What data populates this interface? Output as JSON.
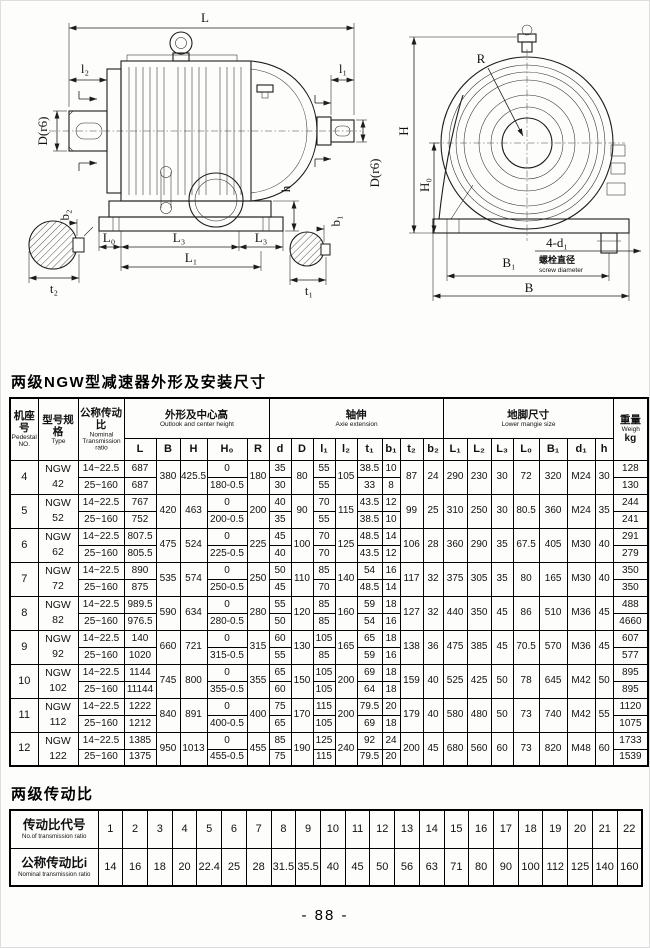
{
  "page_number": "-  88  -",
  "section1_title": "两级NGW型减速器外形及安装尺寸",
  "section2_title": "两级传动比",
  "diagram": {
    "side": {
      "dim_L": "L",
      "dim_l2": "l₂",
      "dim_l1": "l₁",
      "dim_D_left": "D(r6)",
      "dim_D_right": "D(r6)",
      "dim_h": "h",
      "dim_L0": "L₀",
      "dim_L3a": "L₃",
      "dim_L3b": "L₃",
      "dim_L1": "L₁",
      "dim_b2": "b₂",
      "dim_t2": "t₂",
      "dim_b1": "b₁",
      "dim_t1": "t₁"
    },
    "front": {
      "dim_R": "R",
      "dim_H": "H",
      "dim_H0": "H₀",
      "bolt_label": "4-d₁",
      "bolt_label_cn": "螺栓直径",
      "bolt_label_en": "screw diameter",
      "dim_B1": "B₁",
      "dim_B": "B"
    }
  },
  "table1": {
    "head": {
      "col1_cn": "机座号",
      "col1_en": "Pedestal NO.",
      "col2_cn": "型号规格",
      "col2_en": "Type",
      "col3_cn": "公称传动比",
      "col3_en": "Nominal Transmission ratio",
      "g1_cn": "外形及中心高",
      "g1_en": "Outlook and center height",
      "g2_cn": "轴伸",
      "g2_en": "Axie extension",
      "g3_cn": "地脚尺寸",
      "g3_en": "Lower mangie size",
      "g4_cn": "重量",
      "g4_en": "Weigh",
      "g4_unit": "kg",
      "letters": [
        "L",
        "B",
        "H",
        "H₀",
        "R",
        "d",
        "D",
        "l₁",
        "l₂",
        "t₁",
        "b₁",
        "t₂",
        "b₂",
        "L₁",
        "L₂",
        "L₃",
        "L₀",
        "B₁",
        "d₁",
        "h"
      ]
    },
    "rows": [
      {
        "no": "4",
        "type1": "NGW",
        "type2": "42",
        "B": "380",
        "H": "425.5",
        "R": "180",
        "D": "80",
        "l2": "105",
        "t2": "87",
        "b2": "24",
        "L1": "290",
        "L2": "230",
        "L3": "30",
        "L0": "72",
        "B1": "320",
        "d1": "M24",
        "h": "30",
        "sub": [
          {
            "ratio": "14~22.5",
            "L": "687",
            "H0": "0",
            "d": "35",
            "l1": "55",
            "t1": "38.5",
            "b1": "10",
            "w": "128"
          },
          {
            "ratio": "25~160",
            "L": "687",
            "H0": "180-0.5",
            "d": "30",
            "l1": "55",
            "t1": "33",
            "b1": "8",
            "w": "130"
          }
        ]
      },
      {
        "no": "5",
        "type1": "NGW",
        "type2": "52",
        "B": "420",
        "H": "463",
        "R": "200",
        "D": "90",
        "l2": "115",
        "t2": "99",
        "b2": "25",
        "L1": "310",
        "L2": "250",
        "L3": "30",
        "L0": "80.5",
        "B1": "360",
        "d1": "M24",
        "h": "35",
        "sub": [
          {
            "ratio": "14~22.5",
            "L": "767",
            "H0": "0",
            "d": "40",
            "l1": "70",
            "t1": "43.5",
            "b1": "12",
            "w": "244"
          },
          {
            "ratio": "25~160",
            "L": "752",
            "H0": "200-0.5",
            "d": "35",
            "l1": "55",
            "t1": "38.5",
            "b1": "10",
            "w": "241"
          }
        ]
      },
      {
        "no": "6",
        "type1": "NGW",
        "type2": "62",
        "B": "475",
        "H": "524",
        "R": "225",
        "D": "100",
        "l2": "125",
        "t2": "106",
        "b2": "28",
        "L1": "360",
        "L2": "290",
        "L3": "35",
        "L0": "67.5",
        "B1": "405",
        "d1": "M30",
        "h": "40",
        "sub": [
          {
            "ratio": "14~22.5",
            "L": "807.5",
            "H0": "0",
            "d": "45",
            "l1": "70",
            "t1": "48.5",
            "b1": "14",
            "w": "291"
          },
          {
            "ratio": "25~160",
            "L": "805.5",
            "H0": "225-0.5",
            "d": "40",
            "l1": "70",
            "t1": "43.5",
            "b1": "12",
            "w": "279"
          }
        ]
      },
      {
        "no": "7",
        "type1": "NGW",
        "type2": "72",
        "B": "535",
        "H": "574",
        "R": "250",
        "D": "110",
        "l2": "140",
        "t2": "117",
        "b2": "32",
        "L1": "375",
        "L2": "305",
        "L3": "35",
        "L0": "80",
        "B1": "165",
        "d1": "M30",
        "h": "40",
        "sub": [
          {
            "ratio": "14~22.5",
            "L": "890",
            "H0": "0",
            "d": "50",
            "l1": "85",
            "t1": "54",
            "b1": "16",
            "w": "350"
          },
          {
            "ratio": "25~160",
            "L": "875",
            "H0": "250-0.5",
            "d": "45",
            "l1": "70",
            "t1": "48.5",
            "b1": "14",
            "w": "350"
          }
        ]
      },
      {
        "no": "8",
        "type1": "NGW",
        "type2": "82",
        "B": "590",
        "H": "634",
        "R": "280",
        "D": "120",
        "l2": "160",
        "t2": "127",
        "b2": "32",
        "L1": "440",
        "L2": "350",
        "L3": "45",
        "L0": "86",
        "B1": "510",
        "d1": "M36",
        "h": "45",
        "sub": [
          {
            "ratio": "14~22.5",
            "L": "989.5",
            "H0": "0",
            "d": "55",
            "l1": "85",
            "t1": "59",
            "b1": "18",
            "w": "488"
          },
          {
            "ratio": "25~160",
            "L": "976.5",
            "H0": "280-0.5",
            "d": "50",
            "l1": "85",
            "t1": "54",
            "b1": "16",
            "w": "4660"
          }
        ]
      },
      {
        "no": "9",
        "type1": "NGW",
        "type2": "92",
        "B": "660",
        "H": "721",
        "R": "315",
        "D": "130",
        "l2": "165",
        "t2": "138",
        "b2": "36",
        "L1": "475",
        "L2": "385",
        "L3": "45",
        "L0": "70.5",
        "B1": "570",
        "d1": "M36",
        "h": "45",
        "sub": [
          {
            "ratio": "14~22.5",
            "L": "140",
            "H0": "0",
            "d": "60",
            "l1": "105",
            "t1": "65",
            "b1": "18",
            "w": "607"
          },
          {
            "ratio": "25~160",
            "L": "1020",
            "H0": "315-0.5",
            "d": "55",
            "l1": "85",
            "t1": "59",
            "b1": "16",
            "w": "577"
          }
        ]
      },
      {
        "no": "10",
        "type1": "NGW",
        "type2": "102",
        "B": "745",
        "H": "800",
        "R": "355",
        "D": "150",
        "l2": "200",
        "t2": "159",
        "b2": "40",
        "L1": "525",
        "L2": "425",
        "L3": "50",
        "L0": "78",
        "B1": "645",
        "d1": "M42",
        "h": "50",
        "sub": [
          {
            "ratio": "14~22.5",
            "L": "1144",
            "H0": "0",
            "d": "65",
            "l1": "105",
            "t1": "69",
            "b1": "18",
            "w": "895"
          },
          {
            "ratio": "25~160",
            "L": "11144",
            "H0": "355-0.5",
            "d": "60",
            "l1": "105",
            "t1": "64",
            "b1": "18",
            "w": "895"
          }
        ]
      },
      {
        "no": "11",
        "type1": "NGW",
        "type2": "112",
        "B": "840",
        "H": "891",
        "R": "400",
        "D": "170",
        "l2": "200",
        "t2": "179",
        "b2": "40",
        "L1": "580",
        "L2": "480",
        "L3": "50",
        "L0": "73",
        "B1": "740",
        "d1": "M42",
        "h": "55",
        "sub": [
          {
            "ratio": "14~22.5",
            "L": "1222",
            "H0": "0",
            "d": "75",
            "l1": "115",
            "t1": "79.5",
            "b1": "20",
            "w": "1120"
          },
          {
            "ratio": "25~160",
            "L": "1212",
            "H0": "400-0.5",
            "d": "65",
            "l1": "105",
            "t1": "69",
            "b1": "18",
            "w": "1075"
          }
        ]
      },
      {
        "no": "12",
        "type1": "NGW",
        "type2": "122",
        "B": "950",
        "H": "1013",
        "R": "455",
        "D": "190",
        "l2": "240",
        "t2": "200",
        "b2": "45",
        "L1": "680",
        "L2": "560",
        "L3": "60",
        "L0": "73",
        "B1": "820",
        "d1": "M48",
        "h": "60",
        "sub": [
          {
            "ratio": "14~22.5",
            "L": "1385",
            "H0": "0",
            "d": "85",
            "l1": "125",
            "t1": "92",
            "b1": "24",
            "w": "1733"
          },
          {
            "ratio": "25~160",
            "L": "1375",
            "H0": "455-0.5",
            "d": "75",
            "l1": "115",
            "t1": "79.5",
            "b1": "20",
            "w": "1539"
          }
        ]
      }
    ]
  },
  "table2": {
    "row1_cn": "传动比代号",
    "row1_en": "No.of transmission ratio",
    "row2_cn": "公称传动比i",
    "row2_en": "Nominal transmission ratio",
    "codes": [
      "1",
      "2",
      "3",
      "4",
      "5",
      "6",
      "7",
      "8",
      "9",
      "10",
      "11",
      "12",
      "13",
      "14",
      "15",
      "16",
      "17",
      "18",
      "19",
      "20",
      "21",
      "22"
    ],
    "ratios": [
      "14",
      "16",
      "18",
      "20",
      "22.4",
      "25",
      "28",
      "31.5",
      "35.5",
      "40",
      "45",
      "50",
      "56",
      "63",
      "71",
      "80",
      "90",
      "100",
      "112",
      "125",
      "140",
      "160"
    ]
  }
}
